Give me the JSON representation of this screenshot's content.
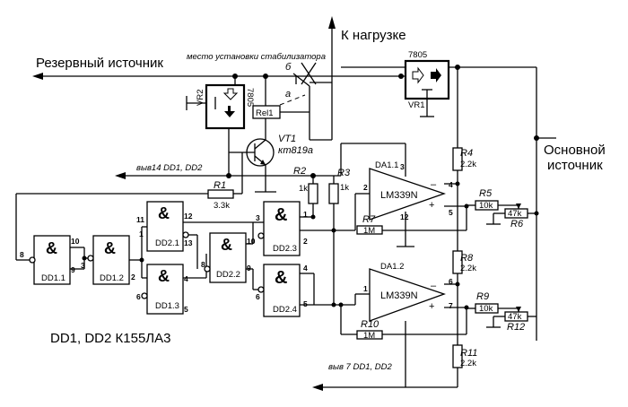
{
  "texts": {
    "to_load": "К нагрузке",
    "reserve_source": "Резервный источник",
    "stabilizer_place": "место установки стабилизатора",
    "main_source_1": "Основной",
    "main_source_2": "источник",
    "chips": "DD1, DD2 К155ЛА3",
    "pin14": "выв14 DD1, DD2",
    "pin7": "выв 7 DD1, DD2",
    "contact_b": "б",
    "contact_a": "а"
  },
  "components": {
    "vr1": {
      "ref": "VR1",
      "type": "7805"
    },
    "vr2": {
      "ref": "VR2",
      "type": "7805"
    },
    "rel1": "Rel1",
    "vt1": {
      "ref": "VT1",
      "type": "кт819а"
    },
    "da11": {
      "ref": "DA1.1",
      "type": "LM339N"
    },
    "da12": {
      "ref": "DA1.2",
      "type": "LM339N"
    },
    "r1": {
      "ref": "R1",
      "value": "3.3k"
    },
    "r2": {
      "ref": "R2",
      "value": "1k"
    },
    "r3": {
      "ref": "R3",
      "value": "1k"
    },
    "r4": {
      "ref": "R4",
      "value": "2.2k"
    },
    "r5": {
      "ref": "R5",
      "value": "10k"
    },
    "r6": {
      "ref": "R6",
      "value": "47k"
    },
    "r7": {
      "ref": "R7",
      "value": "1M"
    },
    "r8": {
      "ref": "R8",
      "value": "2.2k"
    },
    "r9": {
      "ref": "R9",
      "value": "10k"
    },
    "r10": {
      "ref": "R10",
      "value": "1M"
    },
    "r11": {
      "ref": "R11",
      "value": "2.2k"
    },
    "r12": {
      "ref": "R12",
      "value": "47k"
    }
  },
  "gates": {
    "symbol": "&",
    "dd11": "DD1.1",
    "dd12": "DD1.2",
    "dd13": "DD1.3",
    "dd21": "DD2.1",
    "dd22": "DD2.2",
    "dd23": "DD2.3",
    "dd24": "DD2.4"
  },
  "opamp": {
    "minus": "–",
    "plus": "+"
  },
  "pins": {
    "p1": "1",
    "p2": "2",
    "p3": "3",
    "p4": "4",
    "p5": "5",
    "p6": "6",
    "p7": "7",
    "p8": "8",
    "p9": "9",
    "p10": "10",
    "p11": "11",
    "p12": "12",
    "p13": "13"
  }
}
